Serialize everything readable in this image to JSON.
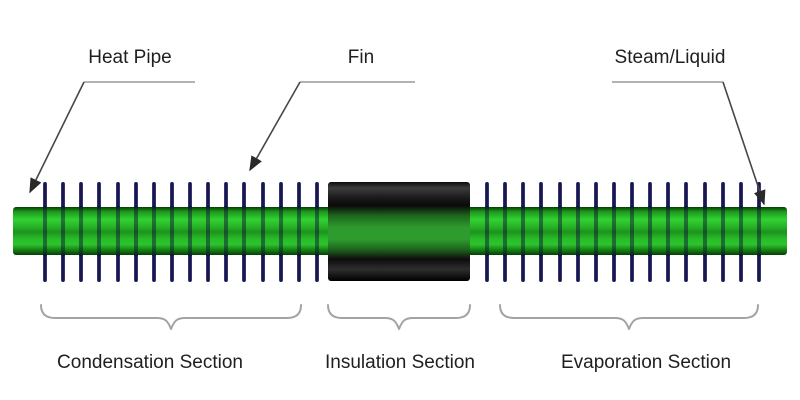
{
  "diagram": {
    "callouts": {
      "heat_pipe": "Heat Pipe",
      "fin": "Fin",
      "steam_liquid": "Steam/Liquid"
    },
    "sections": [
      {
        "name": "Condensation Section",
        "fin_count": 16
      },
      {
        "name": "Insulation Section",
        "fin_count": 0
      },
      {
        "name": "Evaporation Section",
        "fin_count": 16
      }
    ],
    "colors": {
      "pipe_green_bright": "#32d132",
      "pipe_green_dark": "#063c06",
      "fin_navy": "#18184e",
      "insulation_black": "#0a0a0a",
      "insulation_green_mid": "#2e9b2e",
      "leader_line_gray": "#9a9a9a",
      "arrow_dark": "#474747",
      "brace_gray": "#a3a3a3",
      "text": "#1f1f1f"
    }
  }
}
